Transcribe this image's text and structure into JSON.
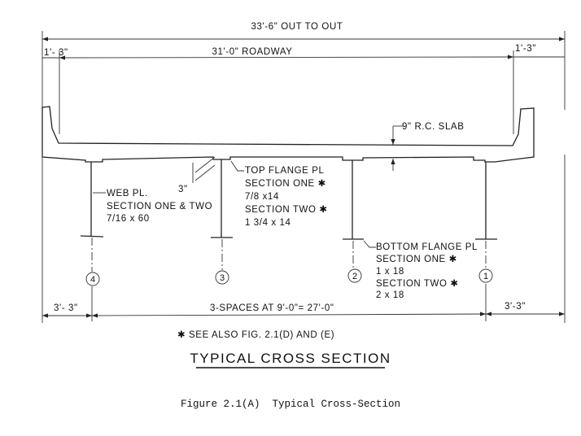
{
  "dimensions": {
    "out_to_out": "33'-6\" OUT TO OUT",
    "roadway": "31'-0\" ROADWAY",
    "curb_left": "1'- 3\"",
    "curb_right": "1'-3\"",
    "overhang_left": "3'- 3\"",
    "overhang_right": "3'-3\"",
    "girder_spacing": "3-SPACES AT 9'-0\"= 27'-0\"",
    "haunch": "3\""
  },
  "notes": {
    "slab": "9\" R.C. SLAB",
    "web": [
      "WEB PL.",
      "SECTION ONE & TWO",
      "7/16 x 60"
    ],
    "top_flange": [
      "TOP FLANGE PL",
      "SECTION ONE ✱",
      "7/8 x14",
      "SECTION TWO ✱",
      "1 3/4 x 14"
    ],
    "bottom_flange": [
      "BOTTOM FLANGE PL",
      "SECTION ONE ✱",
      "1 x 18",
      "SECTION TWO ✱",
      "2 x 18"
    ],
    "see_also": "✱ SEE ALSO FIG. 2.1(D) AND (E)"
  },
  "girders": [
    "4",
    "3",
    "2",
    "1"
  ],
  "title": "TYPICAL CROSS SECTION",
  "caption": "Figure 2.1(A)  Typical Cross-Section"
}
